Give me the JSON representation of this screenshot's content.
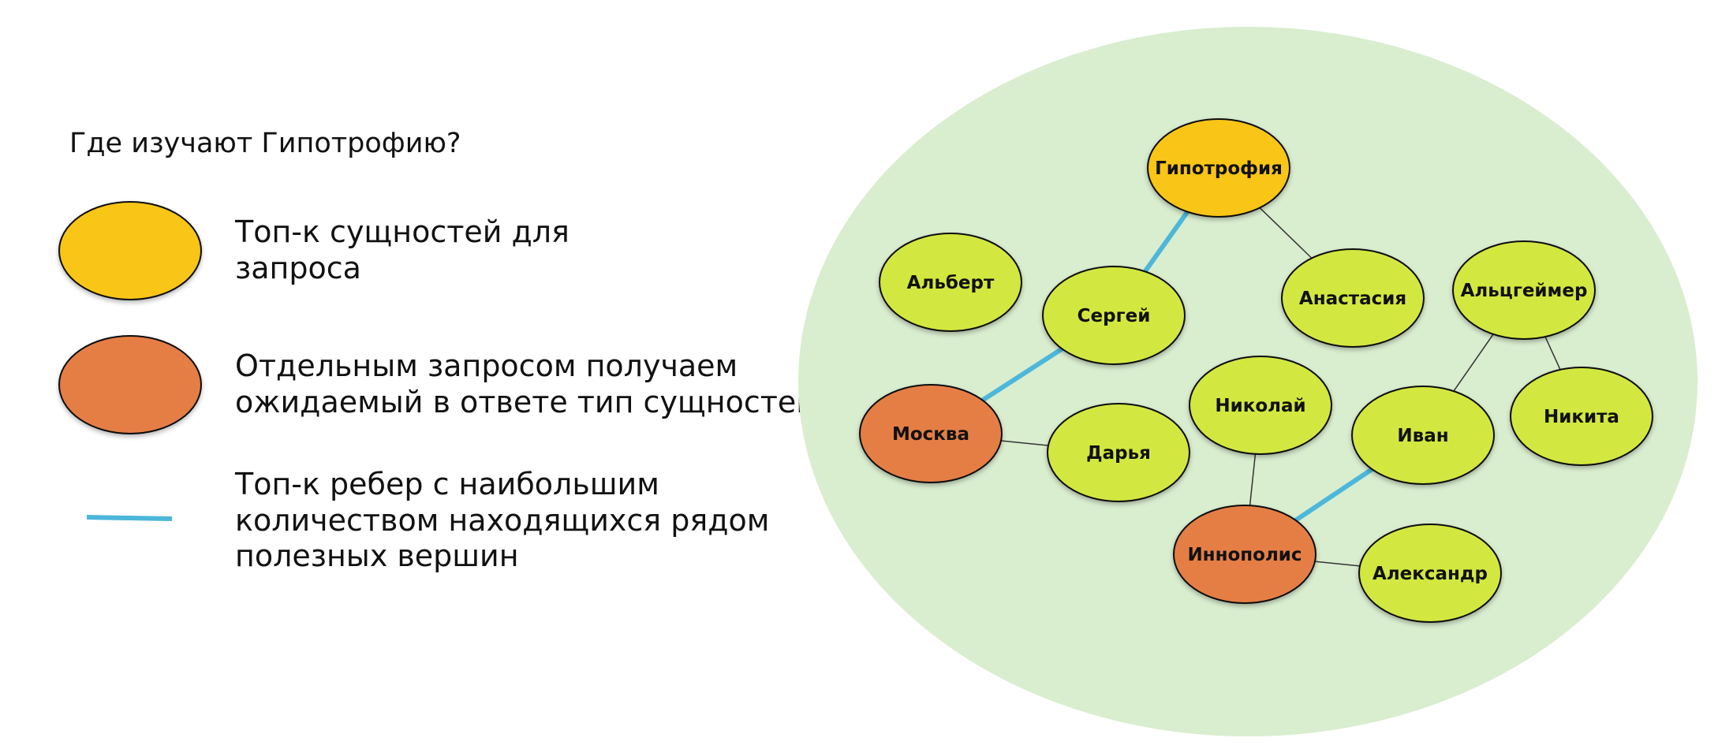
{
  "question": "Где изучают Гипотрофию?",
  "legend": {
    "top_entities": {
      "shape_color": "#F9C513",
      "lines": [
        "Топ-к сущностей для",
        "запроса"
      ]
    },
    "expected_type": {
      "shape_color": "#E57E45",
      "lines": [
        "Отдельным запросом получаем",
        "ожидаемый в ответе тип сущностей"
      ]
    },
    "top_edges": {
      "line_color": "#4CB7DA",
      "lines": [
        "Топ-к ребер с наибольшим",
        "количеством находящихся рядом",
        "полезных вершин"
      ]
    }
  },
  "colors": {
    "background_region": "#D9EDCF",
    "regular_node": "#D2E841",
    "top_entity_node": "#F9C513",
    "expected_type_node": "#E57E45",
    "top_edge": "#4CB7DA",
    "regular_edge": "#333333"
  },
  "graph": {
    "nodes": {
      "gipotrofiya": "Гипотрофия",
      "albert": "Альберт",
      "sergey": "Сергей",
      "anastasiya": "Анастасия",
      "alzheimer": "Альцгеймер",
      "moskva": "Москва",
      "darya": "Дарья",
      "nikolay": "Николай",
      "ivan": "Иван",
      "nikita": "Никита",
      "innopolis": "Иннополис",
      "aleksandr": "Александр"
    },
    "node_types": {
      "gipotrofiya": "top_entity",
      "albert": "regular",
      "sergey": "regular",
      "anastasiya": "regular",
      "alzheimer": "regular",
      "moskva": "expected_type",
      "darya": "regular",
      "nikolay": "regular",
      "ivan": "regular",
      "nikita": "regular",
      "innopolis": "expected_type",
      "aleksandr": "regular"
    },
    "edges": [
      {
        "from": "gipotrofiya",
        "to": "sergey",
        "type": "top_edge"
      },
      {
        "from": "sergey",
        "to": "moskva",
        "type": "top_edge"
      },
      {
        "from": "ivan",
        "to": "innopolis",
        "type": "top_edge"
      },
      {
        "from": "gipotrofiya",
        "to": "anastasiya",
        "type": "regular"
      },
      {
        "from": "moskva",
        "to": "darya",
        "type": "regular"
      },
      {
        "from": "nikolay",
        "to": "innopolis",
        "type": "regular"
      },
      {
        "from": "innopolis",
        "to": "aleksandr",
        "type": "regular"
      },
      {
        "from": "alzheimer",
        "to": "ivan",
        "type": "regular"
      },
      {
        "from": "alzheimer",
        "to": "nikita",
        "type": "regular"
      }
    ]
  }
}
